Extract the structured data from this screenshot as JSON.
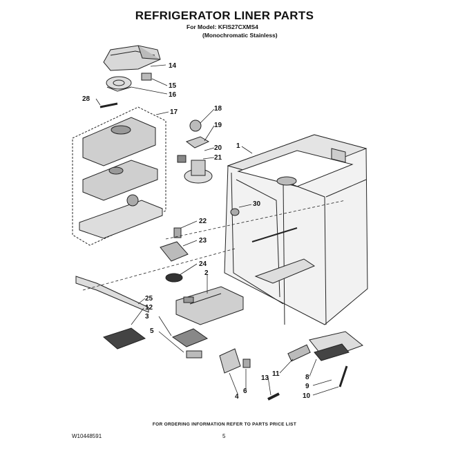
{
  "header": {
    "title": "REFRIGERATOR LINER PARTS",
    "model_line": "For Model: KFIS27CXMS4",
    "finish_line": "(Monochromatic Stainless)"
  },
  "callouts": [
    "14",
    "15",
    "16",
    "28",
    "17",
    "18",
    "19",
    "1",
    "20",
    "21",
    "30",
    "22",
    "23",
    "24",
    "2",
    "25",
    "12",
    "3",
    "5",
    "11",
    "8",
    "9",
    "10",
    "13",
    "4",
    "6"
  ],
  "footer": {
    "ordering_note": "FOR ORDERING INFORMATION REFER TO PARTS PRICE LIST",
    "doc_number": "W10448591",
    "page_number": "5"
  }
}
